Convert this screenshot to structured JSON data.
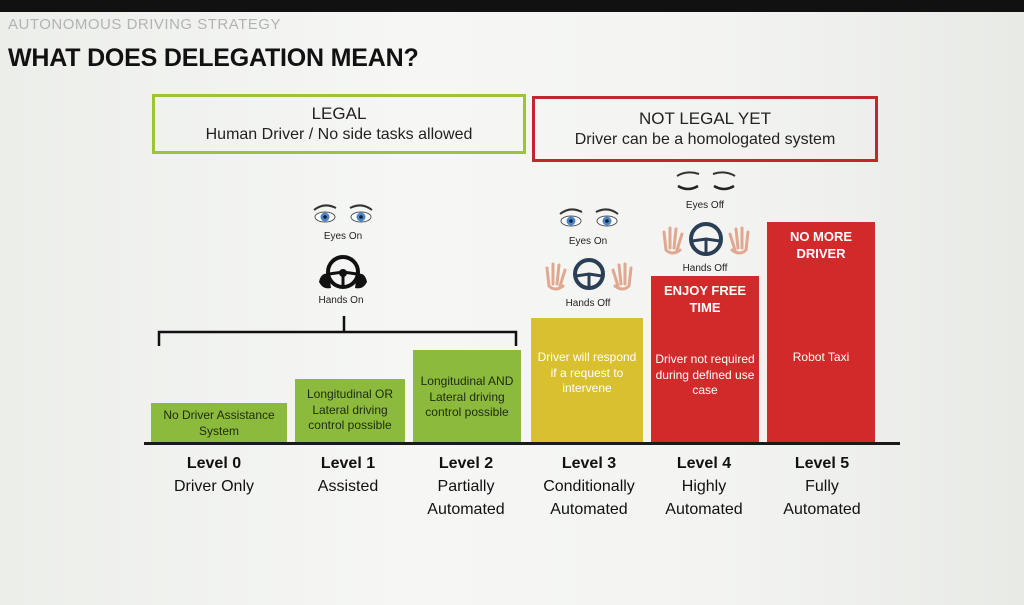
{
  "header": {
    "breadcrumb": "AUTONOMOUS DRIVING STRATEGY",
    "title": "WHAT DOES DELEGATION MEAN?"
  },
  "legal_box": {
    "heading": "LEGAL",
    "text": "Human Driver / No side tasks allowed",
    "color": "#9dc33b"
  },
  "not_legal_box": {
    "heading": "NOT LEGAL YET",
    "text": "Driver can be a homologated system",
    "color": "#c1272d"
  },
  "icons": {
    "group_0_2": {
      "eyes_icon": "open-eyes-icon",
      "eyes_label": "Eyes On",
      "hands_icon": "hands-on-wheel-icon",
      "hands_label": "Hands On"
    },
    "level_3": {
      "eyes_icon": "open-eyes-icon",
      "eyes_label": "Eyes On",
      "hands_icon": "hands-off-wheel-icon",
      "hands_label": "Hands Off"
    },
    "level_4": {
      "eyes_icon": "closed-eyes-icon",
      "eyes_label": "Eyes Off",
      "hands_icon": "hands-off-wheel-icon",
      "hands_label": "Hands Off"
    }
  },
  "levels": [
    {
      "level": "Level 0",
      "name_line1": "Driver Only",
      "name_line2": "",
      "bar_text": "No Driver Assistance System",
      "bar_color": "#8cba3c"
    },
    {
      "level": "Level 1",
      "name_line1": "Assisted",
      "name_line2": "",
      "bar_text": "Longitudinal OR Lateral driving control possible",
      "bar_color": "#8cba3c"
    },
    {
      "level": "Level 2",
      "name_line1": "Partially",
      "name_line2": "Automated",
      "bar_text": "Longitudinal AND Lateral driving control possible",
      "bar_color": "#8cba3c"
    },
    {
      "level": "Level 3",
      "name_line1": "Conditionally",
      "name_line2": "Automated",
      "bar_text": "Driver will respond if a request to intervene",
      "bar_color": "#d8c02e"
    },
    {
      "level": "Level 4",
      "name_line1": "Highly",
      "name_line2": "Automated",
      "bar_head": "ENJOY FREE TIME",
      "bar_text": "Driver not required during defined use case",
      "bar_color": "#d22a2a"
    },
    {
      "level": "Level 5",
      "name_line1": "Fully",
      "name_line2": "Automated",
      "bar_head": "NO MORE DRIVER",
      "bar_text": "Robot Taxi",
      "bar_color": "#d22a2a"
    }
  ]
}
